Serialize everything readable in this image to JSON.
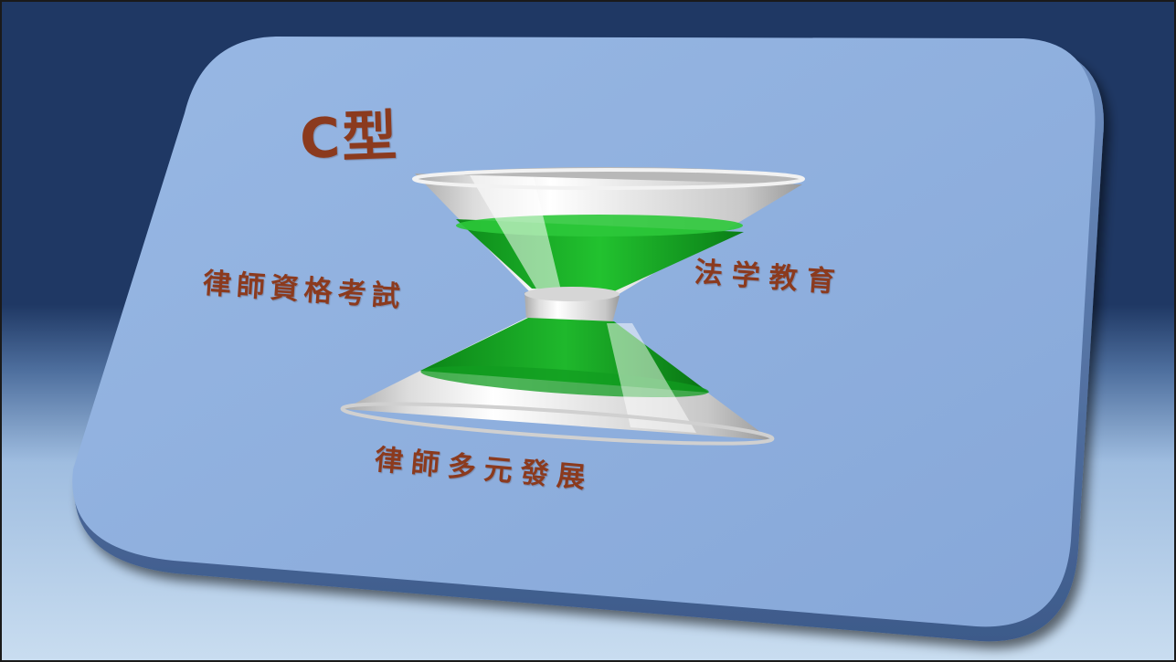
{
  "title": "C型",
  "labels": {
    "left": "律師資格考試",
    "right": "法学教育",
    "bottom": "律師多元發展"
  },
  "colors": {
    "background_top": "#1f3864",
    "background_bottom": "#c9ddf0",
    "card": "#8eb0df",
    "text": "#8b3a1e",
    "hourglass_green": "#1aab2a",
    "hourglass_silver": "#e6e6e6"
  },
  "graphic": {
    "hourglass_icon": "hourglass-icon"
  }
}
